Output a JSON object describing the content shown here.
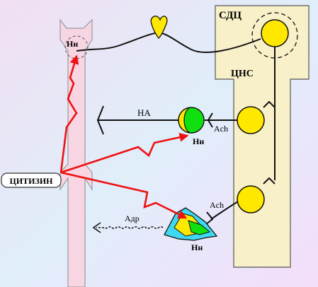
{
  "labels": {
    "sdc": "СДЦ",
    "cns": "ЦНС",
    "ha": "НА",
    "ach_upper": "Ach",
    "ach_lower": "Ach",
    "adr": "Адр",
    "drug": "ЦИТИЗИН",
    "hn_vessel": "Нн",
    "hn_ganglion": "Нн",
    "hn_adrenal": "Нн"
  },
  "colors": {
    "vessel": "#f8d5e3",
    "cns": "#f8f0c8",
    "neuron": "#ffe800",
    "receptor": "#10e010",
    "arrow": "#ee1111",
    "adrenal": "#40d8f0"
  }
}
